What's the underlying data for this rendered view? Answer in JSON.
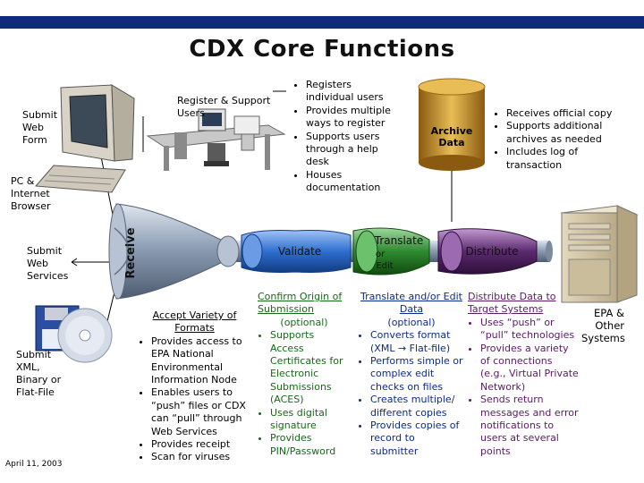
{
  "title": "CDX Core Functions",
  "labels": {
    "register_support": "Register & Support Users",
    "submit_web_form": "Submit Web Form",
    "pc_browser": "PC & Internet Browser",
    "submit_web_services": "Submit Web Services",
    "submit_xml": "Submit XML, Binary or Flat-File",
    "receive": "Receive",
    "validate": "Validate",
    "translate": "Translate",
    "or": "or",
    "edit": "Edit",
    "distribute": "Distribute",
    "archive_data": "Archive Data",
    "epa_other_systems": "EPA & Other Systems",
    "date": "April 11, 2003"
  },
  "register_bullets": [
    "Registers individual users",
    "Provides multiple ways to register",
    "Supports users through a help desk",
    "Houses documentation"
  ],
  "archive_bullets": [
    "Receives official copy",
    "Supports additional archives as needed",
    "Includes log of transaction"
  ],
  "formats": {
    "heading": "Accept Variety of Formats",
    "bullets": [
      "Provides access to EPA National Environmental Information Node",
      "Enables users to “push” files or CDX can “pull” through Web Services",
      "Provides receipt",
      "Scan for viruses"
    ]
  },
  "confirm": {
    "heading": "Confirm Origin of Submission",
    "optional": "(optional)",
    "bullets": [
      "Supports Access Certificates for Electronic Submissions (ACES)",
      "Uses digital signature",
      "Provides PIN/Password"
    ]
  },
  "translate_edit": {
    "heading": "Translate and/or Edit Data",
    "optional": "(optional)",
    "bullets": [
      "Converts format (XML → Flat-file)",
      "Performs simple or complex edit checks on files",
      "Creates multiple/ different copies",
      "Provides copies of record to submitter"
    ]
  },
  "distribute": {
    "heading": "Distribute Data to Target Systems",
    "bullets": [
      "Uses “push” or “pull” technologies",
      "Provides a variety of connections (e.g., Virtual Private Network)",
      "Sends return messages and error notifications to users at several points"
    ]
  },
  "colors": {
    "title_bar": "#0e2a78",
    "pipe_steel": "#9fb0c6",
    "validate_blue": "#2f6fd0",
    "translate_green": "#2f8a2f",
    "distribute_purple": "#5b2a6e",
    "archive_gold": "#c9962a",
    "validate_text": "#166a16",
    "translate_text": "#0a2b8a",
    "distribute_text": "#5a1a66"
  },
  "icons": [
    "crt-computer-icon",
    "office-desk-icon",
    "archive-cylinder-icon",
    "server-tower-icon",
    "floppy-disk-icon",
    "cd-disc-icon",
    "funnel-icon"
  ]
}
